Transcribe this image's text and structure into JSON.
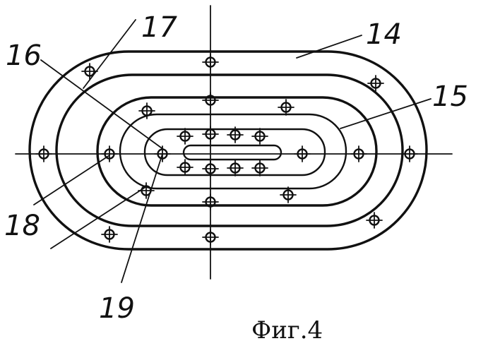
{
  "figure": {
    "caption": "Фиг.4",
    "reference_numerals": [
      "14",
      "15",
      "16",
      "17",
      "18",
      "19"
    ]
  },
  "colors": {
    "ink": "#111111",
    "background": "#ffffff"
  }
}
